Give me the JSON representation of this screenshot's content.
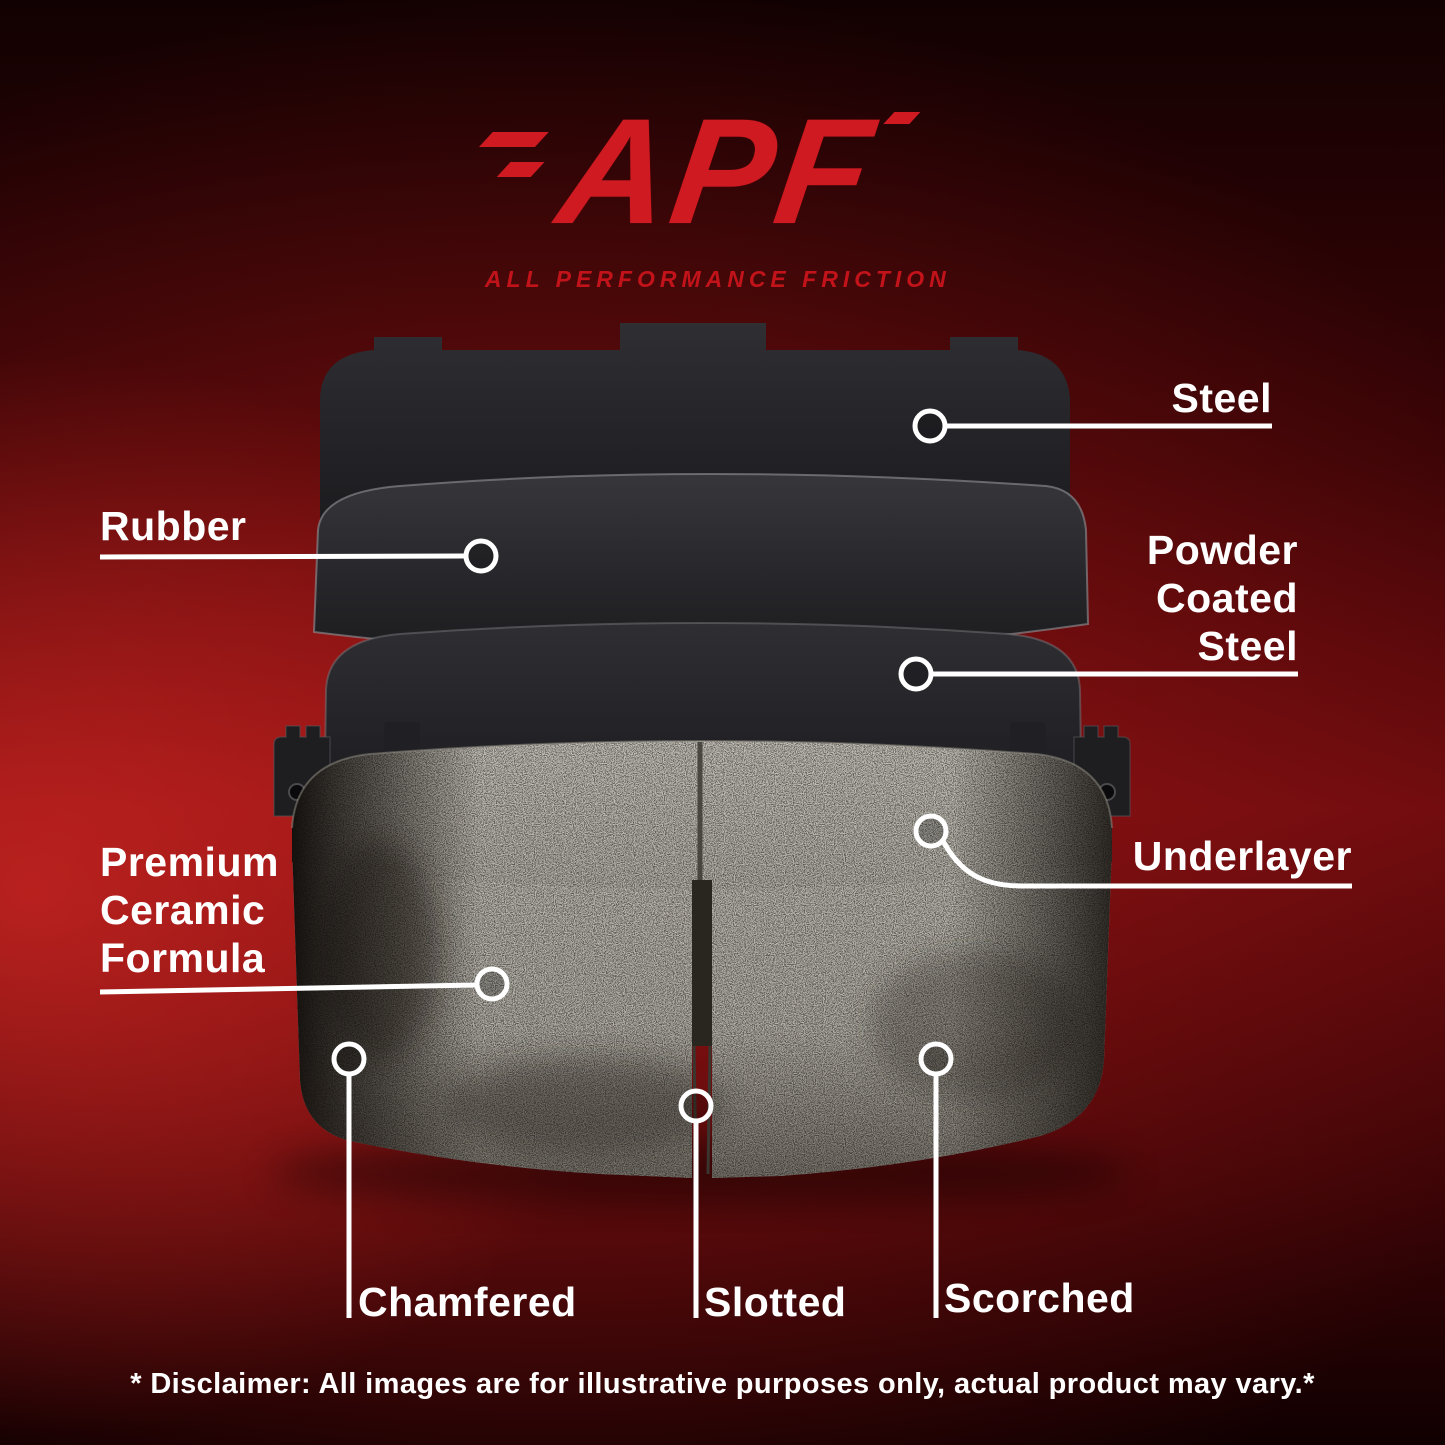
{
  "logo": {
    "acronym": "APF",
    "tagline": "ALL PERFORMANCE FRICTION"
  },
  "callouts": {
    "steel": {
      "label": "Steel"
    },
    "rubber": {
      "label": "Rubber"
    },
    "powder_coated_steel": {
      "label": "Powder Coated Steel",
      "lines": [
        "Powder",
        "Coated",
        "Steel"
      ]
    },
    "underlayer": {
      "label": "Underlayer"
    },
    "premium_ceramic_formula": {
      "label": "Premium Ceramic Formula",
      "lines": [
        "Premium",
        "Ceramic",
        "Formula"
      ]
    },
    "chamfered": {
      "label": "Chamfered"
    },
    "slotted": {
      "label": "Slotted"
    },
    "scorched": {
      "label": "Scorched"
    }
  },
  "disclaimer": "* Disclaimer: All images are for illustrative purposes only, actual product may vary.*",
  "colors": {
    "accent_red": "#cf1a21",
    "label_white": "#ffffff",
    "background_red": "#6a0b0e",
    "plate_dark": "#1e1e21",
    "ceramic_gray": "#a7a39a"
  }
}
